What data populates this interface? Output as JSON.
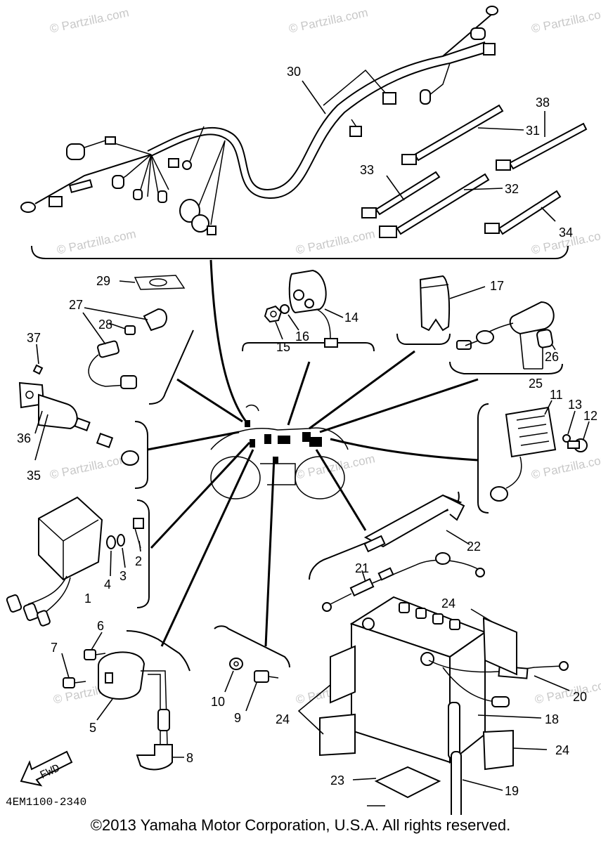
{
  "watermark": "© Partzilla.com",
  "diagram_code": "4EM1100-2340",
  "copyright": "©2013 Yamaha Motor Corporation, U.S.A. All rights reserved.",
  "fwd_label": "FWD",
  "callouts": {
    "c1": "1",
    "c2": "2",
    "c3": "3",
    "c4": "4",
    "c5": "5",
    "c6": "6",
    "c7": "7",
    "c8": "8",
    "c9": "9",
    "c10": "10",
    "c11": "11",
    "c12": "12",
    "c13": "13",
    "c14": "14",
    "c15": "15",
    "c16": "16",
    "c17": "17",
    "c18": "18",
    "c19": "19",
    "c20": "20",
    "c21": "21",
    "c22": "22",
    "c23": "23",
    "c24a": "24",
    "c24b": "24",
    "c24c": "24",
    "c25": "25",
    "c26": "26",
    "c27": "27",
    "c28": "28",
    "c29": "29",
    "c30": "30",
    "c31": "31",
    "c32": "32",
    "c33": "33",
    "c34": "34",
    "c35": "35",
    "c36": "36",
    "c37": "37",
    "c38": "38"
  }
}
